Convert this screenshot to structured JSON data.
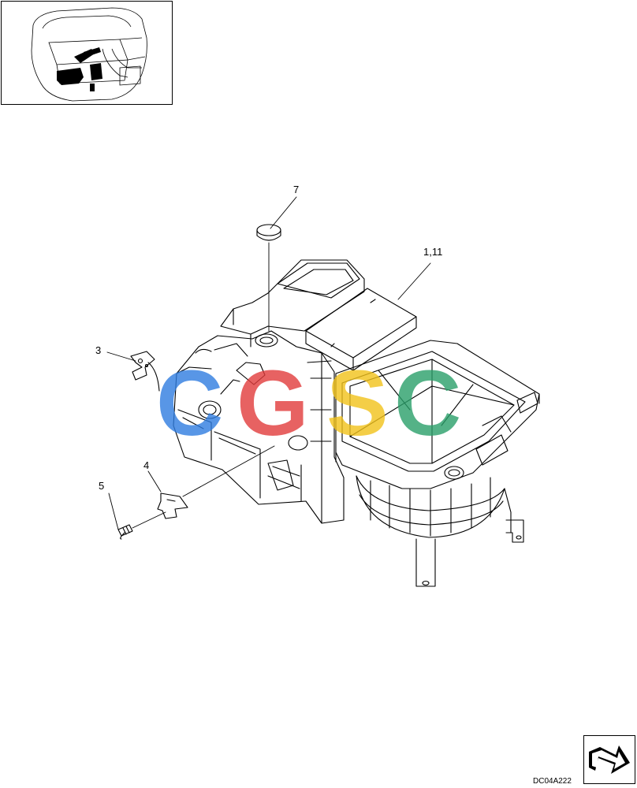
{
  "diagram": {
    "callouts": {
      "c7": "7",
      "c1_11": "1,11",
      "c3": "3",
      "c4": "4",
      "c5": "5"
    },
    "drawing_code": "DC04A222"
  },
  "watermark": {
    "letters": [
      "C",
      "G",
      "S",
      "C"
    ],
    "colors": [
      "#2f7de1",
      "#e23b3b",
      "#f2c21a",
      "#2aa06a"
    ]
  },
  "icons": {
    "locator": "machine-location-thumbnail-icon",
    "navigation": "next-page-arrow-icon"
  }
}
